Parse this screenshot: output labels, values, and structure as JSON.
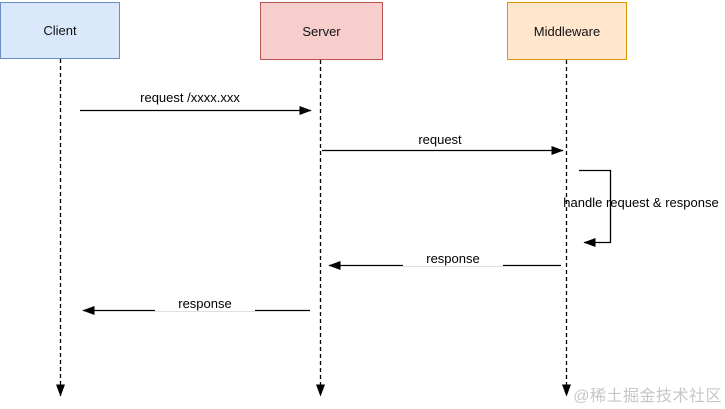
{
  "diagram": {
    "actors": [
      {
        "name": "Client",
        "fill": "#dae8fc",
        "border": "#6c8ebf"
      },
      {
        "name": "Server",
        "fill": "#f8cecc",
        "border": "#b85450"
      },
      {
        "name": "Middleware",
        "fill": "#ffe6cc",
        "border": "#d79b00"
      }
    ],
    "messages": [
      {
        "label": "request /xxxx.xxx",
        "from": "Client",
        "to": "Server",
        "direction": "right"
      },
      {
        "label": "request",
        "from": "Server",
        "to": "Middleware",
        "direction": "right"
      },
      {
        "label": "handle request & response",
        "from": "Middleware",
        "to": "Middleware",
        "direction": "self"
      },
      {
        "label": "response",
        "from": "Middleware",
        "to": "Server",
        "direction": "left"
      },
      {
        "label": "response",
        "from": "Server",
        "to": "Client",
        "direction": "left"
      }
    ],
    "line_color": "#000000",
    "watermark": {
      "text": "@稀土掘金技术社区",
      "color": "#c6c6c6"
    }
  }
}
